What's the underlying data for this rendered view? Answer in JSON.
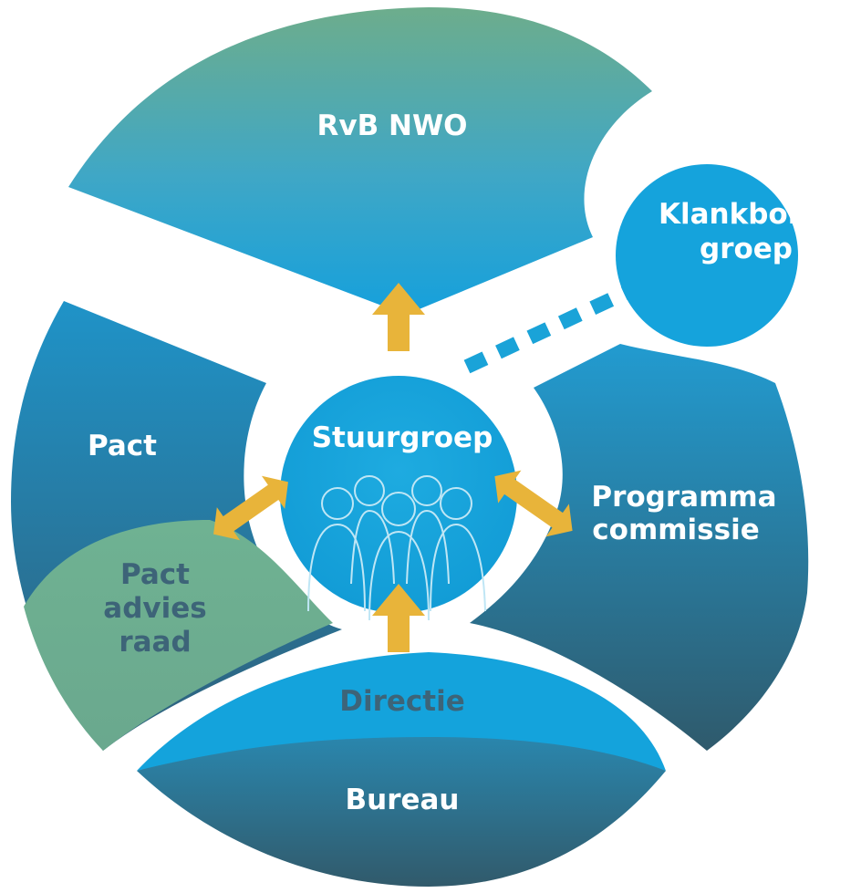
{
  "labels": {
    "rvb": "RvB NWO",
    "klankbord_line1": "Klankbord-",
    "klankbord_line2": "groep",
    "pact": "Pact",
    "pact_advies_line1": "Pact",
    "pact_advies_line2": "advies",
    "pact_advies_line3": "raad",
    "stuurgroep": "Stuurgroep",
    "programma_line1": "Programma",
    "programma_line2": "commissie",
    "directie": "Directie",
    "bureau": "Bureau"
  },
  "colors": {
    "teal_green": "#6aaf92",
    "blue": "#1aa3d8",
    "deep_blue": "#2a80a8",
    "dark_slate": "#30586a",
    "gold_arrow": "#e8b43a",
    "text_dark": "#3d6478",
    "text_white": "#ffffff"
  },
  "icons": [
    "people-group-icon"
  ]
}
